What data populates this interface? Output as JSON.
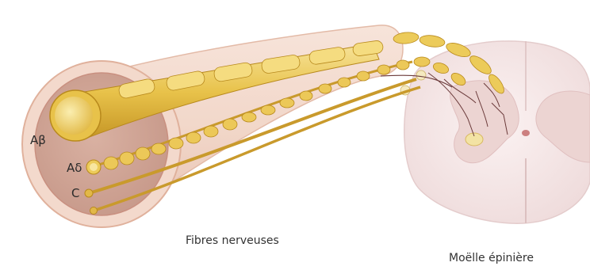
{
  "labels": {
    "a_beta": "Aβ",
    "a_delta": "Aδ",
    "c": "C",
    "nerve_fibers": "Fibres nerveuses",
    "spinal_cord": "Moëlle épinière"
  },
  "colors": {
    "sheath": "#f2d6c8",
    "sheath_edge": "#e4b8a4",
    "myelin": "#e8c24a",
    "myelin_light": "#f6e08c",
    "myelin_dark": "#b8891c",
    "axon": "#d9a73a",
    "cord": "#f5e6e6",
    "grey_matter": "#ead2d0"
  }
}
